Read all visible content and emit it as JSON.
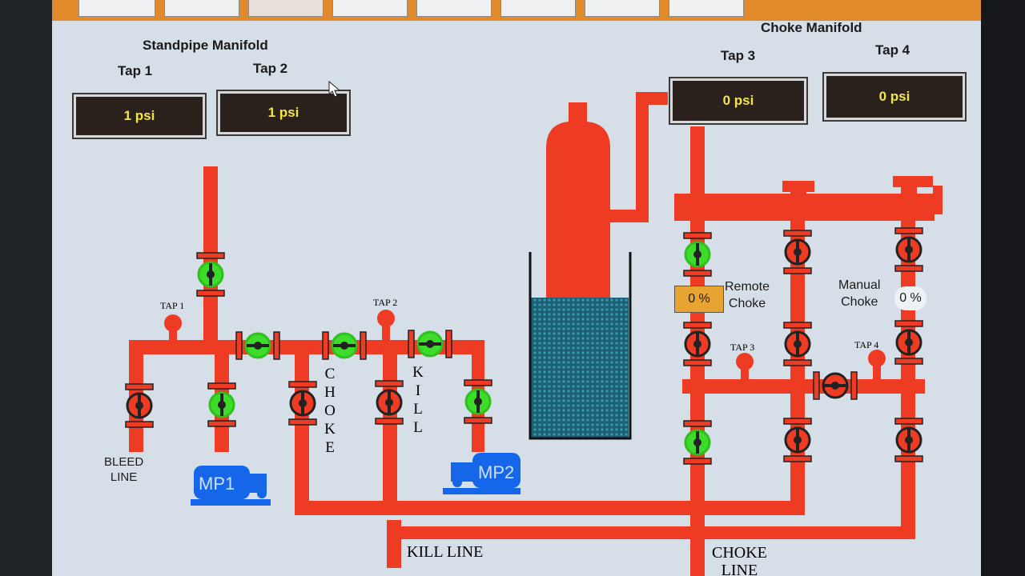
{
  "standpipe": {
    "title": "Standpipe Manifold",
    "tap1_label": "Tap 1",
    "tap2_label": "Tap 2",
    "tap1_value": "1 psi",
    "tap2_value": "1 psi"
  },
  "choke_manifold": {
    "title": "Choke Manifold",
    "tap3_label": "Tap 3",
    "tap4_label": "Tap 4",
    "tap3_value": "0 psi",
    "tap4_value": "0 psi"
  },
  "remote_choke": {
    "label_line1": "Remote",
    "label_line2": "Choke",
    "value": "0 %"
  },
  "manual_choke": {
    "label_line1": "Manual",
    "label_line2": "Choke",
    "value": "0 %"
  },
  "diagram_labels": {
    "tap1": "TAP 1",
    "tap2": "TAP 2",
    "tap3": "TAP 3",
    "tap4": "TAP 4",
    "bleed_line_1": "BLEED",
    "bleed_line_2": "LINE",
    "choke_letters": [
      "C",
      "H",
      "O",
      "K",
      "E"
    ],
    "kill_letters": [
      "K",
      "I",
      "L",
      "L"
    ],
    "kill_line": "KILL LINE",
    "choke_line_1": "CHOKE",
    "choke_line_2": "LINE",
    "mp1": "MP1",
    "mp2": "MP2"
  },
  "colors": {
    "pipe": "#ee3b24",
    "valve_open": "#3ddc2a",
    "pump": "#1566e8",
    "gauge_bg": "#2a211d",
    "gauge_text": "#f2e54a",
    "remote_choke_bg": "#e8a432"
  }
}
